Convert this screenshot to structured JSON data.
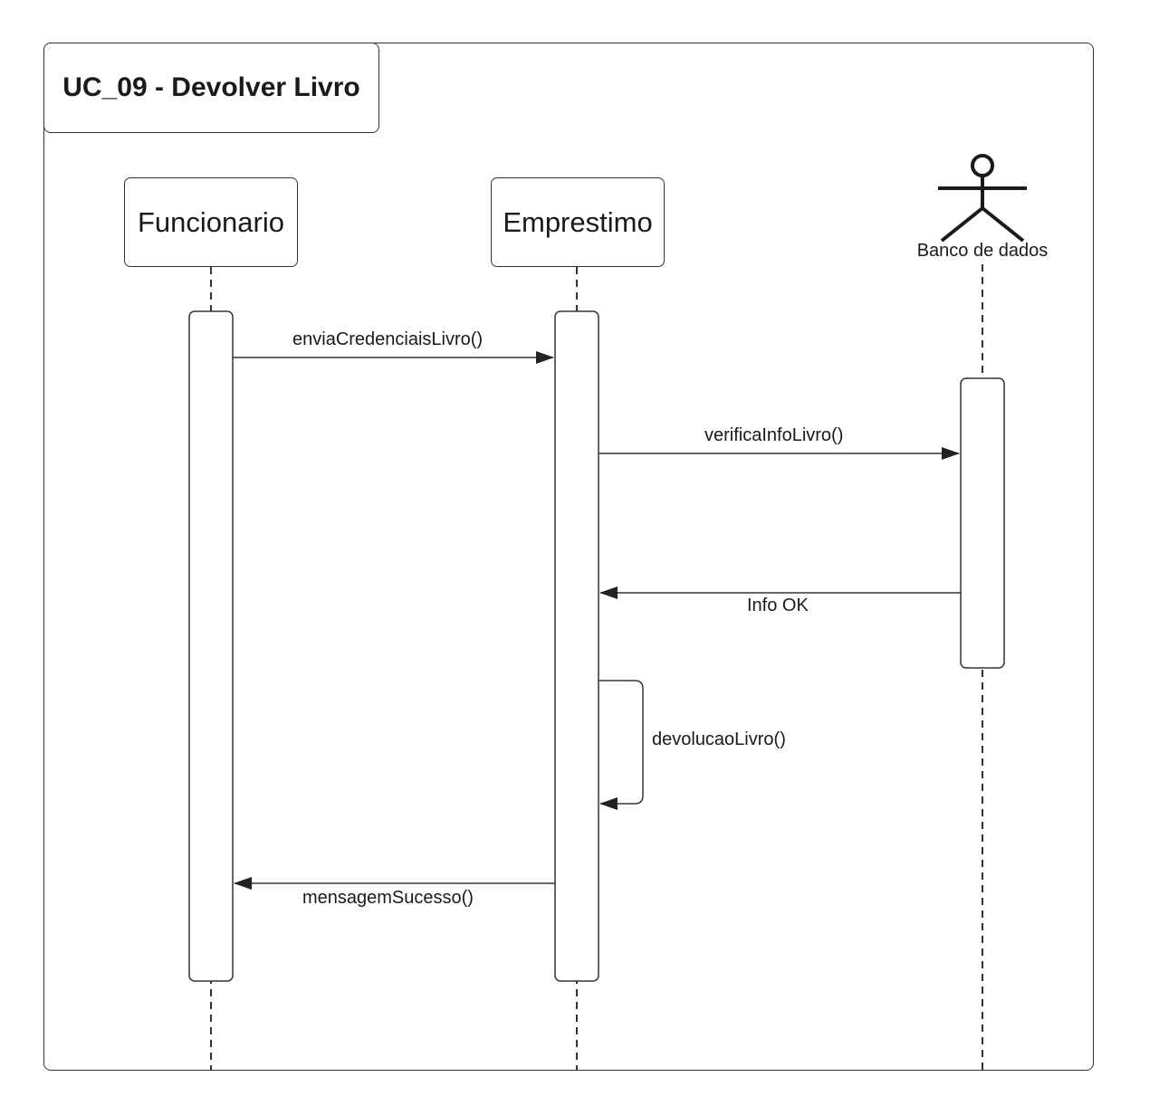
{
  "frame": {
    "title": "UC_09 - Devolver Livro"
  },
  "participants": [
    {
      "name": "Funcionario",
      "kind": "object"
    },
    {
      "name": "Emprestimo",
      "kind": "object"
    },
    {
      "name": "Banco de dados",
      "kind": "actor"
    }
  ],
  "messages": [
    {
      "from": "Funcionario",
      "to": "Emprestimo",
      "label": "enviaCredenciaisLivro()",
      "style": "solid"
    },
    {
      "from": "Emprestimo",
      "to": "Banco de dados",
      "label": "verificaInfoLivro()",
      "style": "solid"
    },
    {
      "from": "Banco de dados",
      "to": "Emprestimo",
      "label": "Info OK",
      "style": "solid"
    },
    {
      "from": "Emprestimo",
      "to": "Emprestimo",
      "label": "devolucaoLivro()",
      "style": "self"
    },
    {
      "from": "Emprestimo",
      "to": "Funcionario",
      "label": "mensagemSucesso()",
      "style": "solid"
    }
  ],
  "colors": {
    "stroke": "#333333",
    "text": "#1a1a1a",
    "background": "#ffffff"
  }
}
